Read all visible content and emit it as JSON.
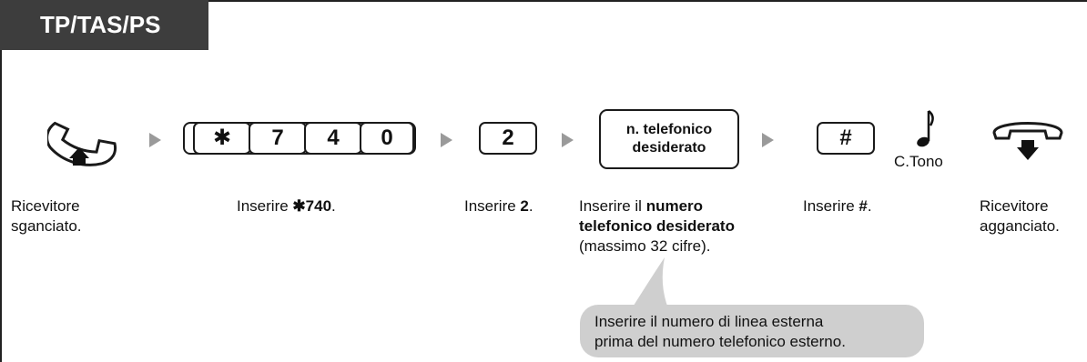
{
  "header": {
    "title": "TP/TAS/PS"
  },
  "keys": {
    "group": [
      "✱",
      "7",
      "4",
      "0"
    ],
    "digit": "2",
    "number_box": [
      "n. telefonico",
      "desiderato"
    ],
    "hash": "#"
  },
  "tone": {
    "label": "C.Tono"
  },
  "steps": {
    "s1": [
      "Ricevitore",
      "sganciato."
    ],
    "s2": {
      "prefix": "Inserire ",
      "bold": "✱740",
      "suffix": "."
    },
    "s3": {
      "prefix": "Inserire ",
      "bold": "2",
      "suffix": "."
    },
    "s4": {
      "line1_prefix": "Inserire il ",
      "line1_bold": "numero",
      "line2_bold": "telefonico desiderato",
      "line3": "(massimo 32 cifre)."
    },
    "s5": {
      "prefix": "Inserire ",
      "bold": "#",
      "suffix": "."
    },
    "s6": [
      "Ricevitore",
      "agganciato."
    ]
  },
  "note": [
    "Inserire il numero di linea esterna",
    "prima del numero telefonico esterno."
  ],
  "colors": {
    "tab_bg": "#3d3d3d",
    "arrow": "#9a9a9a",
    "bubble": "#cfcfcf"
  },
  "icons": [
    "handset-offhook-icon",
    "handset-onhook-icon",
    "music-note-tone-icon"
  ]
}
